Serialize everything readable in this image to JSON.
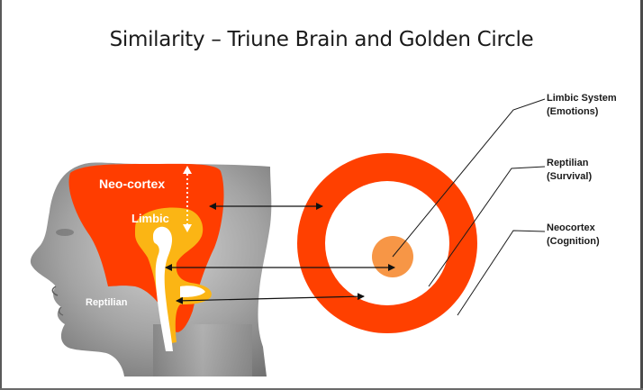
{
  "title": "Similarity – Triune Brain and Golden Circle",
  "head": {
    "neocortex_label": "Neo-cortex",
    "limbic_label": "Limbic",
    "reptilian_label": "Reptilian"
  },
  "circle_labels": {
    "limbic": {
      "line1": "Limbic System",
      "line2": "(Emotions)"
    },
    "reptilian": {
      "line1": "Reptilian",
      "line2": "(Survival)"
    },
    "neocortex": {
      "line1": "Neocortex",
      "line2": "(Cognition)"
    }
  },
  "colors": {
    "outer_ring": "#ff4000",
    "inner_dot": "#f79646",
    "neocortex": "#ff3d00",
    "limbic": "#fbb514",
    "head_gray": "#8c8c8c"
  }
}
